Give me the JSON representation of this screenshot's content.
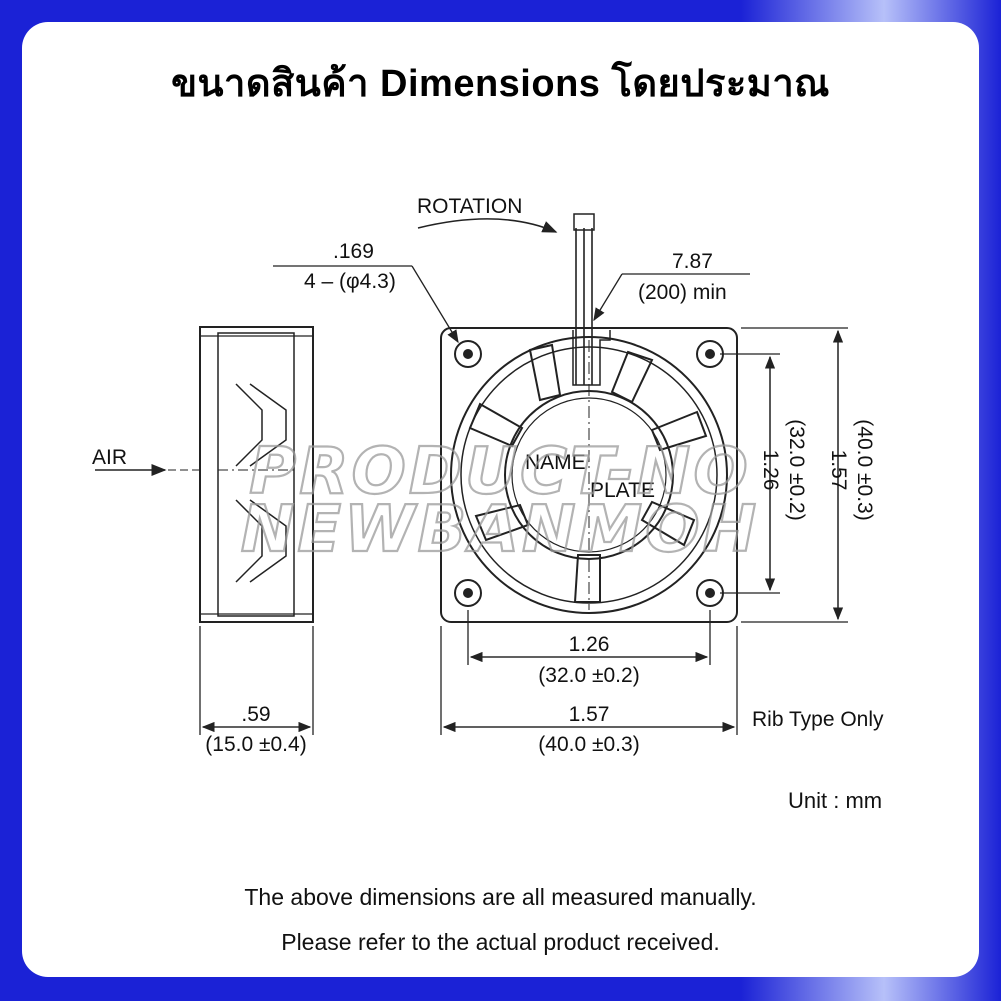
{
  "title": "ขนาดสินค้า Dimensions โดยประมาณ",
  "labels": {
    "rotation": "ROTATION",
    "air": "AIR",
    "hole_dim_in": ".169",
    "hole_dim_mm": "4 – (φ4.3)",
    "wire_in": "7.87",
    "wire_mm": "(200) min",
    "name": "NAME",
    "plate": "PLATE",
    "h_inner_in": "1.26",
    "h_inner_mm": "(32.0 ±0.2)",
    "h_outer_in": "1.57",
    "h_outer_mm": "(40.0 ±0.3)",
    "v_inner_in": "1.26",
    "v_inner_mm": "(32.0 ±0.2)",
    "v_outer_in": "1.57",
    "v_outer_mm": "(40.0 ±0.3)",
    "depth_in": ".59",
    "depth_mm": "(15.0 ±0.4)",
    "rib": "Rib Type Only"
  },
  "watermark": {
    "line1": "PRODUCT-NO",
    "line2": "NEWBANMOH"
  },
  "unit": "Unit : mm",
  "notes": {
    "line1": "The above dimensions are all measured manually.",
    "line2": "Please refer to the actual product received."
  }
}
